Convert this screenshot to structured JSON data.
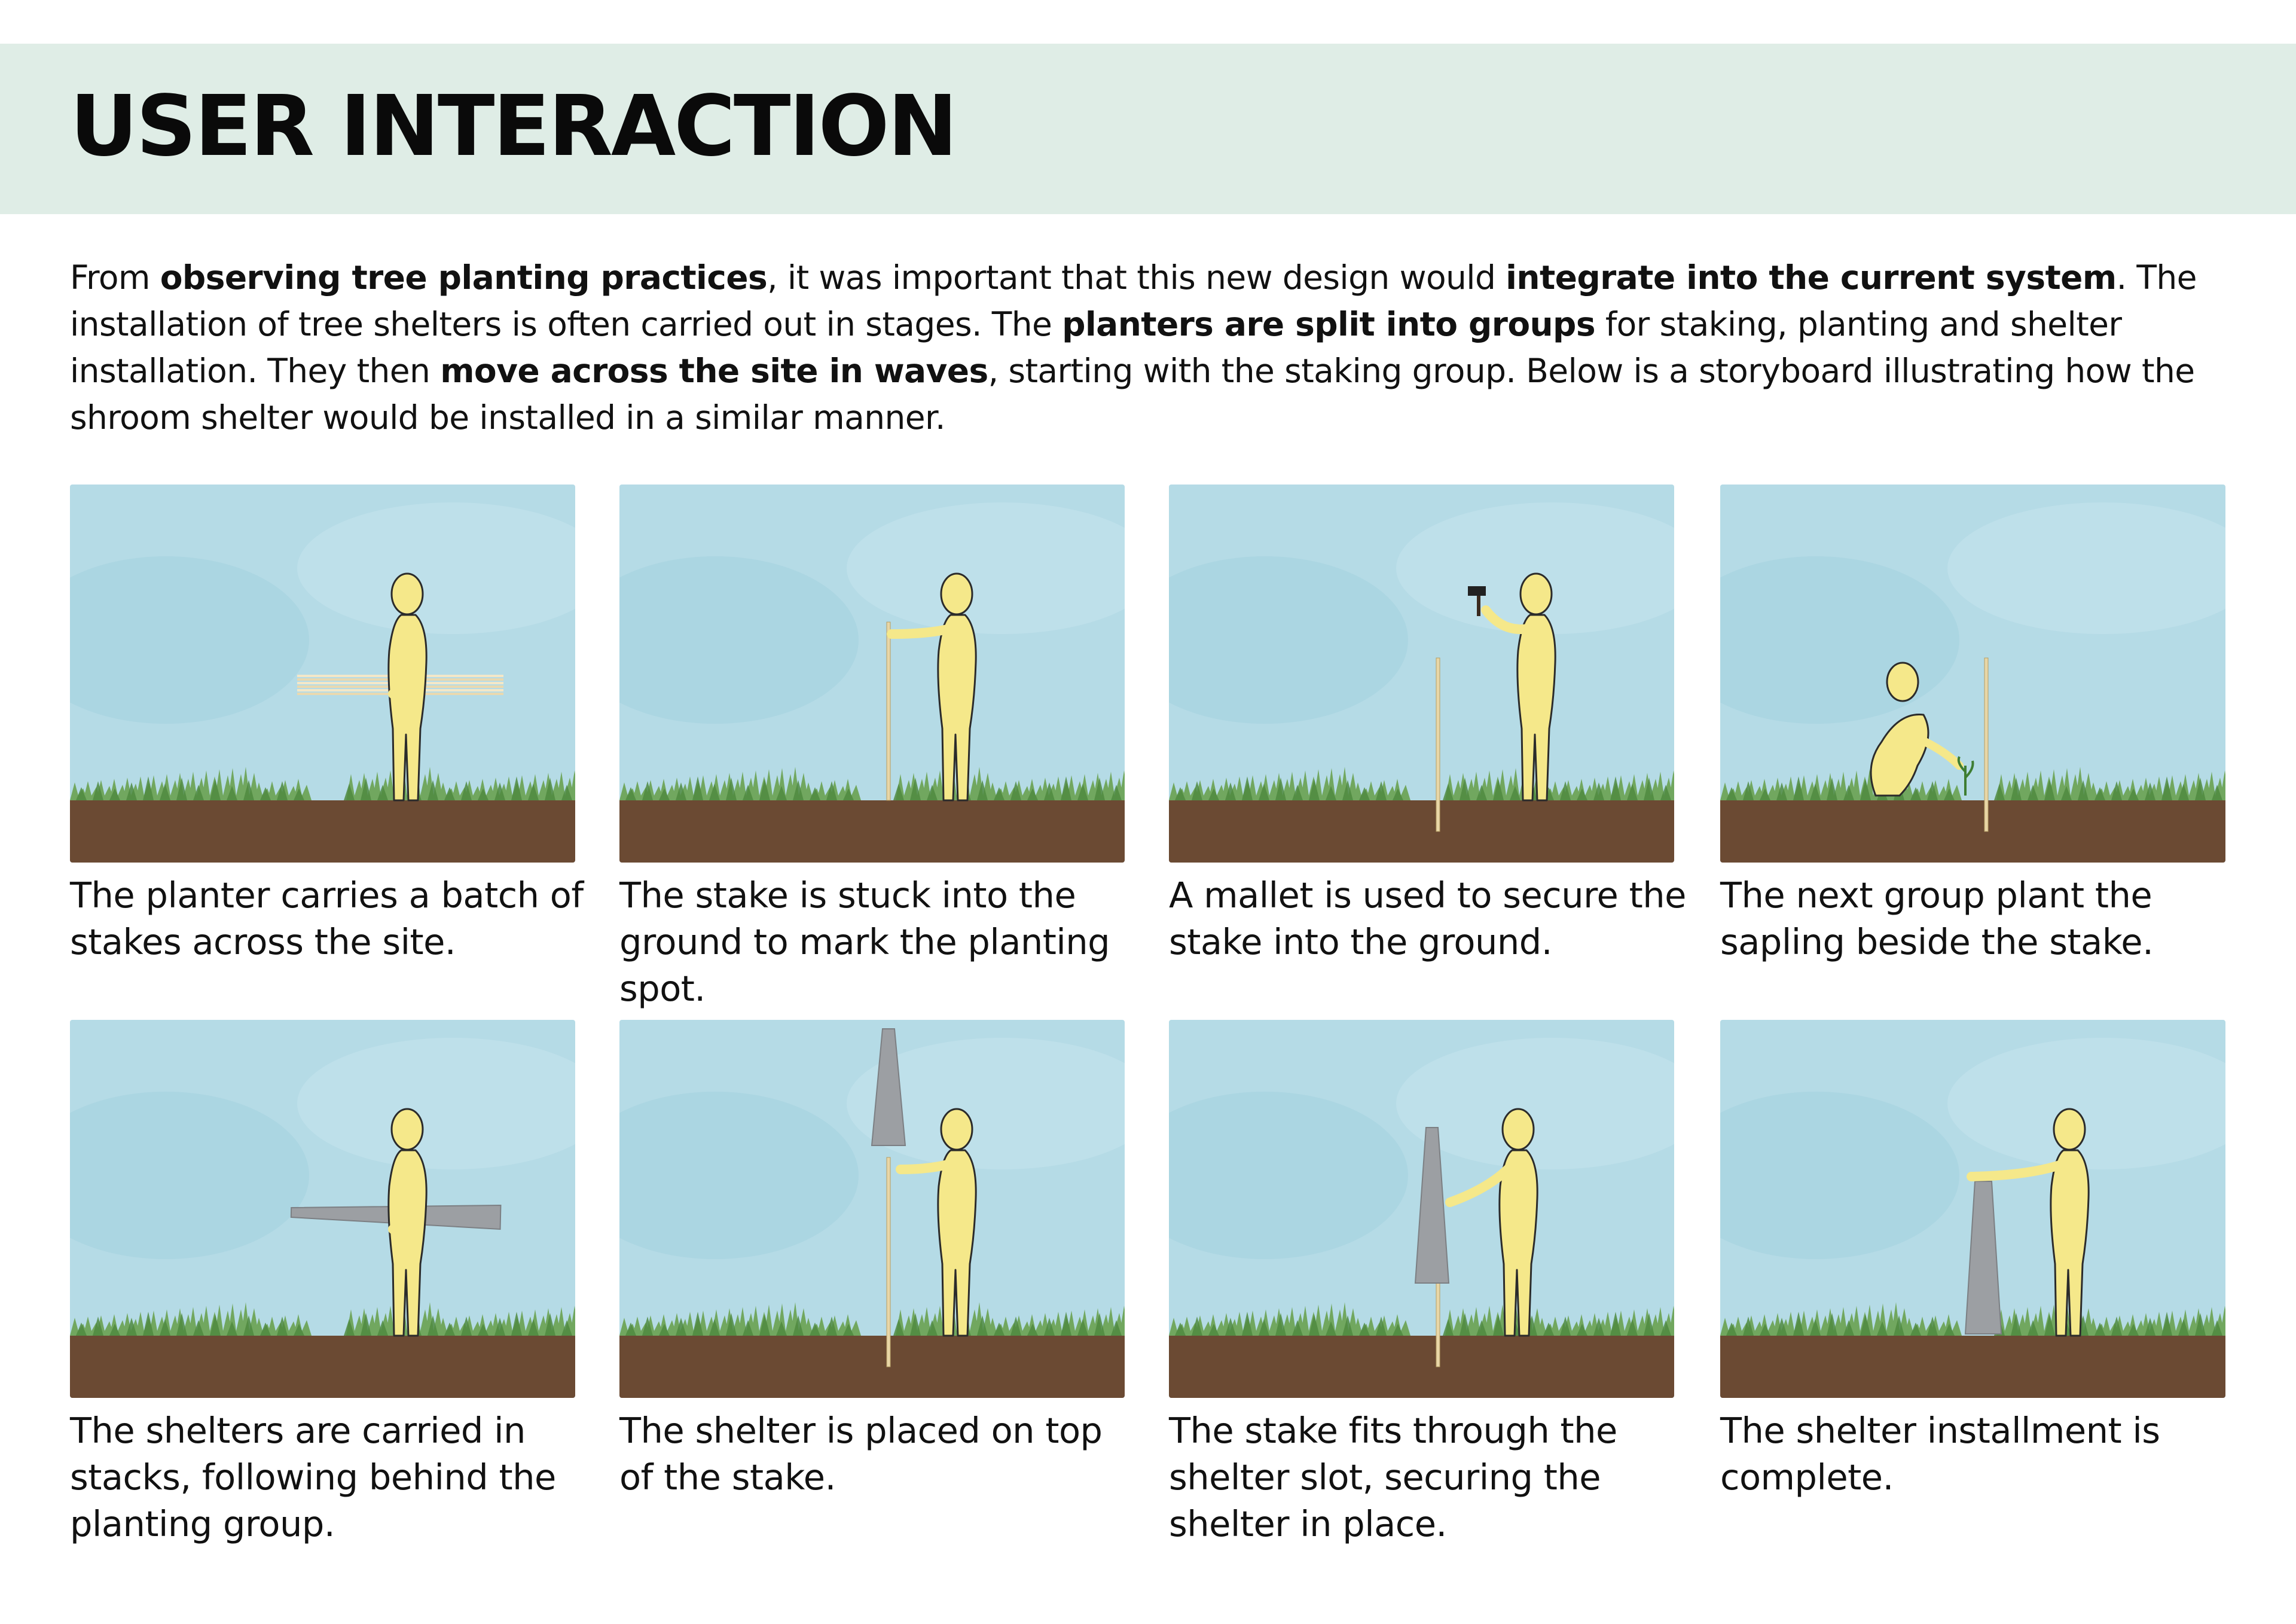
{
  "header": {
    "title": "USER INTERACTION"
  },
  "intro": [
    {
      "text": "From ",
      "bold": false
    },
    {
      "text": "observing tree planting practices",
      "bold": true
    },
    {
      "text": ", it was important that this new design would ",
      "bold": false
    },
    {
      "text": "integrate into the current system",
      "bold": true
    },
    {
      "text": ". The installation of tree shelters is often carried out in stages. The ",
      "bold": false
    },
    {
      "text": "planters are split into groups",
      "bold": true
    },
    {
      "text": " for staking, planting and shelter installation. They then ",
      "bold": false
    },
    {
      "text": "move across the site in waves",
      "bold": true
    },
    {
      "text": ", starting with the staking group. Below is a storyboard illustrating how the shroom shelter would be installed in a similar manner.",
      "bold": false
    }
  ],
  "storyboard": [
    {
      "caption": "The planter carries a batch of stakes across the site.",
      "scene": "carry-stakes"
    },
    {
      "caption": "The stake is stuck into the ground to mark the planting spot.",
      "scene": "insert-stake"
    },
    {
      "caption": "A mallet is used to secure the stake into the ground.",
      "scene": "mallet"
    },
    {
      "caption": "The next group plant the sapling beside the stake.",
      "scene": "plant-sapling"
    },
    {
      "caption": "The shelters are carried in stacks, following behind the planting group.",
      "scene": "carry-shelters"
    },
    {
      "caption": "The shelter is placed on top of the stake.",
      "scene": "place-shelter"
    },
    {
      "caption": "The stake fits through the shelter slot, securing the shelter in place.",
      "scene": "fit-shelter"
    },
    {
      "caption": "The shelter installment is complete.",
      "scene": "complete"
    }
  ],
  "colors": {
    "header_band": "#dfede6",
    "sky": "#b5dbe6",
    "soil": "#6b4a33",
    "grass": "#6ea457",
    "figure": "#f5e88a",
    "shelter": "#9c9fa3",
    "stake": "#e8d6a6"
  }
}
